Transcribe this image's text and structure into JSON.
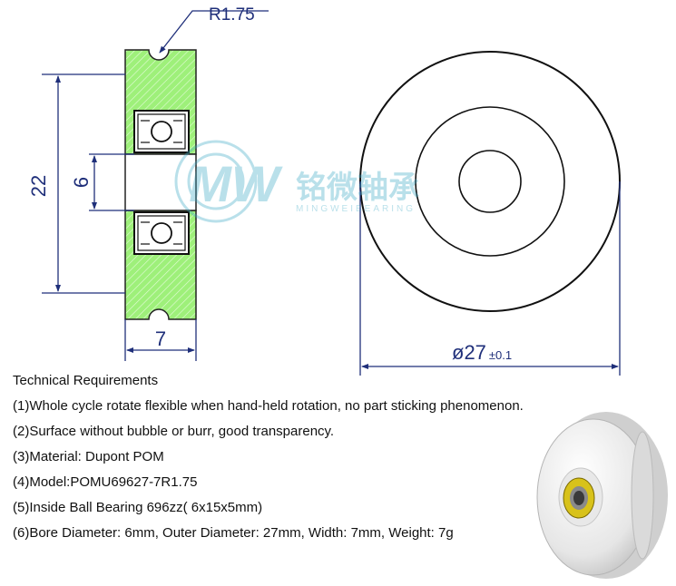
{
  "dimensions": {
    "groove_radius": "R1.75",
    "outer_height": "22",
    "bore": "6",
    "width": "7",
    "outer_diameter": "ø27",
    "tolerance": "±0.1"
  },
  "watermark": {
    "logo_text": "MW",
    "brand_cn": "铭微轴承",
    "brand_en": "MINGWEIBEARING"
  },
  "requirements": {
    "title": "Technical Requirements",
    "items": [
      "(1)Whole cycle rotate flexible when hand-held rotation, no part sticking phenomenon.",
      "(2)Surface without bubble or burr, good transparency.",
      "(3)Material: Dupont POM",
      "(4)Model:POMU69627-7R1.75",
      "(5)Inside Ball Bearing 696zz( 6x15x5mm)",
      "(6)Bore Diameter: 6mm, Outer Diameter: 27mm, Width: 7mm, Weight: 7g"
    ]
  },
  "colors": {
    "section_fill": "#9ef07a",
    "dimension_line": "#1f2f7a",
    "bearing_shield": "#d8c21a"
  }
}
